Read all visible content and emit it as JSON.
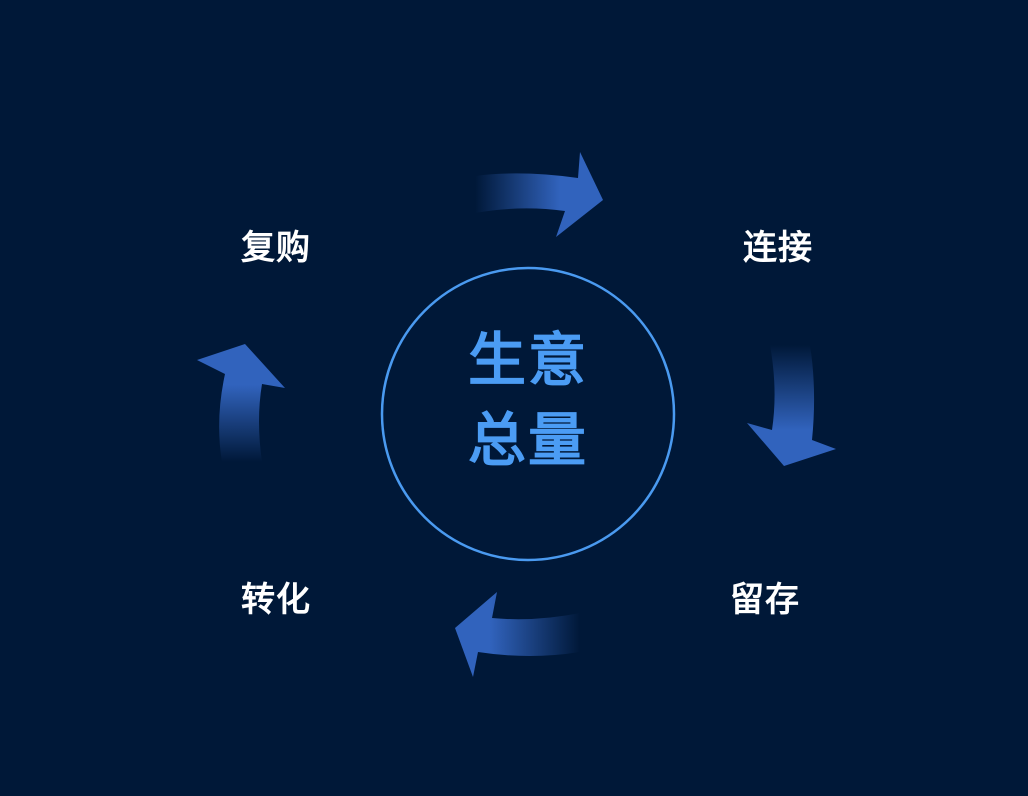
{
  "center": {
    "line1": "生意",
    "line2": "总量"
  },
  "stages": {
    "connect": "连接",
    "retain": "留存",
    "convert": "转化",
    "repurchase": "复购"
  },
  "colors": {
    "background": "#001838",
    "arrow": "#3163bd",
    "circle": "#4a9af0",
    "center_text": "#4b9cf4",
    "label": "#ffffff"
  }
}
